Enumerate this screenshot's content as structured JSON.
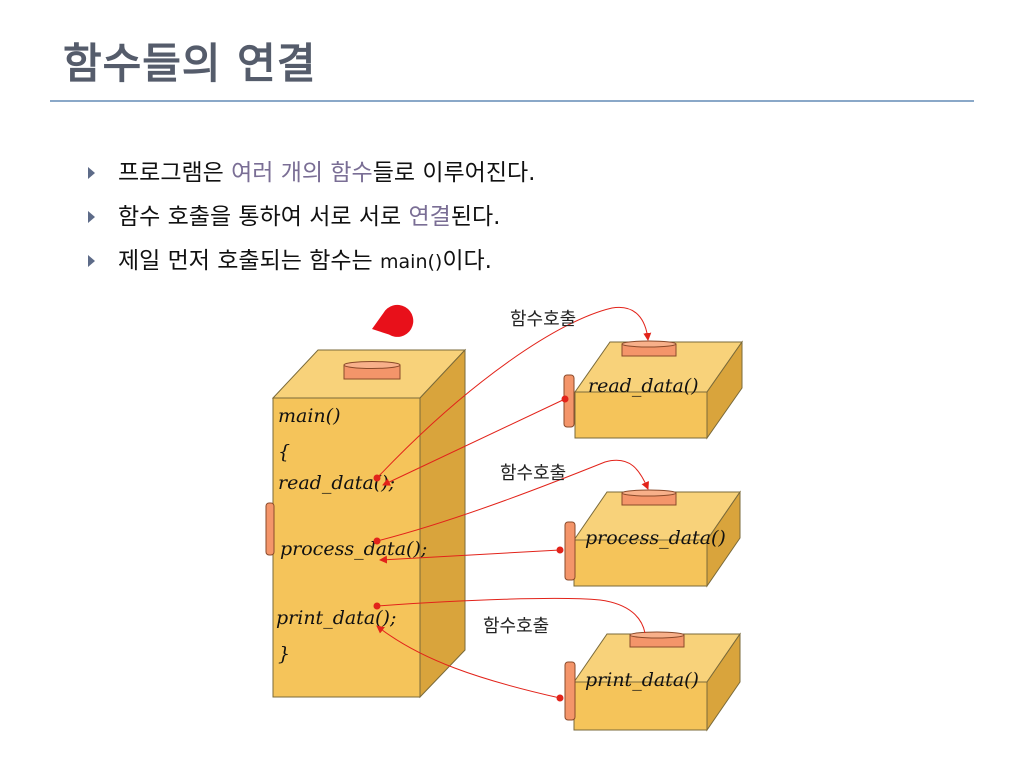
{
  "title": "함수들의 연결",
  "bullets": [
    {
      "parts": [
        "프로그램은 ",
        "여러 개의 함수",
        "들로 이루어진다."
      ]
    },
    {
      "parts": [
        "함수 호출을 통하여 서로 서로 ",
        "연결",
        "된다."
      ]
    },
    {
      "parts": [
        "제일 먼저 호출되는 함수는 ",
        "main()",
        "이다."
      ]
    }
  ],
  "diagram": {
    "main_box": {
      "lines": [
        "main()",
        "{",
        "read_data();",
        "process_data();",
        "print_data();",
        "}"
      ]
    },
    "functions": [
      {
        "label": "read_data()"
      },
      {
        "label": "process_data()"
      },
      {
        "label": "print_data()"
      }
    ],
    "call_label": "함수호출"
  },
  "colors": {
    "box_fill": "#f5c45a",
    "box_edge": "#7a6a3a",
    "knob": "#f4956a",
    "arrow": "#e2231a",
    "pacman": "#e8101a",
    "title": "#555c6b",
    "rule": "#8aa8c8",
    "highlight": "#7a6e95"
  }
}
